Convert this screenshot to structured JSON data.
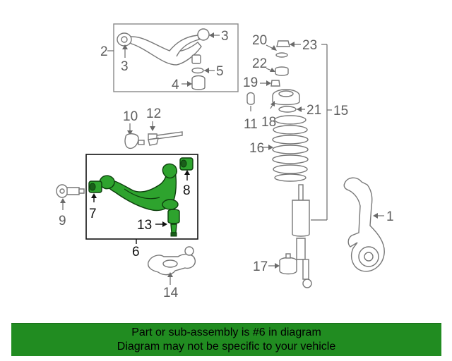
{
  "callouts": {
    "c1": "1",
    "c2": "2",
    "c3a": "3",
    "c3b": "3",
    "c4": "4",
    "c5": "5",
    "c6": "6",
    "c7": "7",
    "c8": "8",
    "c9": "9",
    "c10": "10",
    "c11": "11",
    "c12": "12",
    "c13": "13",
    "c14": "14",
    "c15": "15",
    "c16": "16",
    "c17": "17",
    "c18": "18",
    "c19": "19",
    "c20": "20",
    "c21": "21",
    "c22": "22",
    "c23": "23"
  },
  "banner": {
    "line1": "Part or sub-assembly is #6 in diagram",
    "line2": "Diagram may not be specific to your vehicle"
  },
  "colors": {
    "highlight": "#2ea32e",
    "banner": "#218c21",
    "label": "#5f5f5f",
    "line": "#777777"
  }
}
